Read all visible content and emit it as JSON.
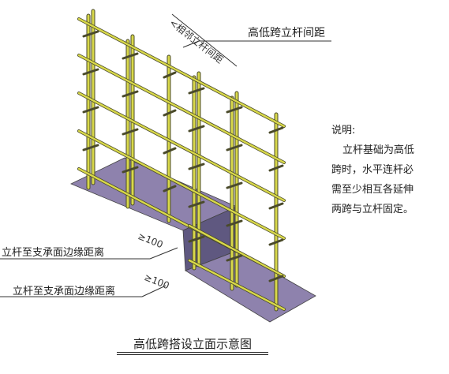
{
  "labels": {
    "gap_top": "高低跨立杆间距",
    "adjacent_spacing": "<相邻立杆间距",
    "edge_distance_1": "立杆至支承面边缘距离",
    "edge_distance_2": "立杆至支承面边缘距离",
    "dim_1": "≥100",
    "dim_2": "≥100"
  },
  "notes": {
    "title": "说明:",
    "line1": "立杆基础为高低",
    "line2": "跨时，水平连杆必",
    "line3": "需至少相互各延伸",
    "line4": "两跨与立杆固定。"
  },
  "caption": "高低跨搭设立面示意图",
  "colors": {
    "pole": "#d8d84a",
    "pole_edge": "#4a4a2a",
    "platform_top": "#8e82ad",
    "platform_side": "#5f5880"
  }
}
